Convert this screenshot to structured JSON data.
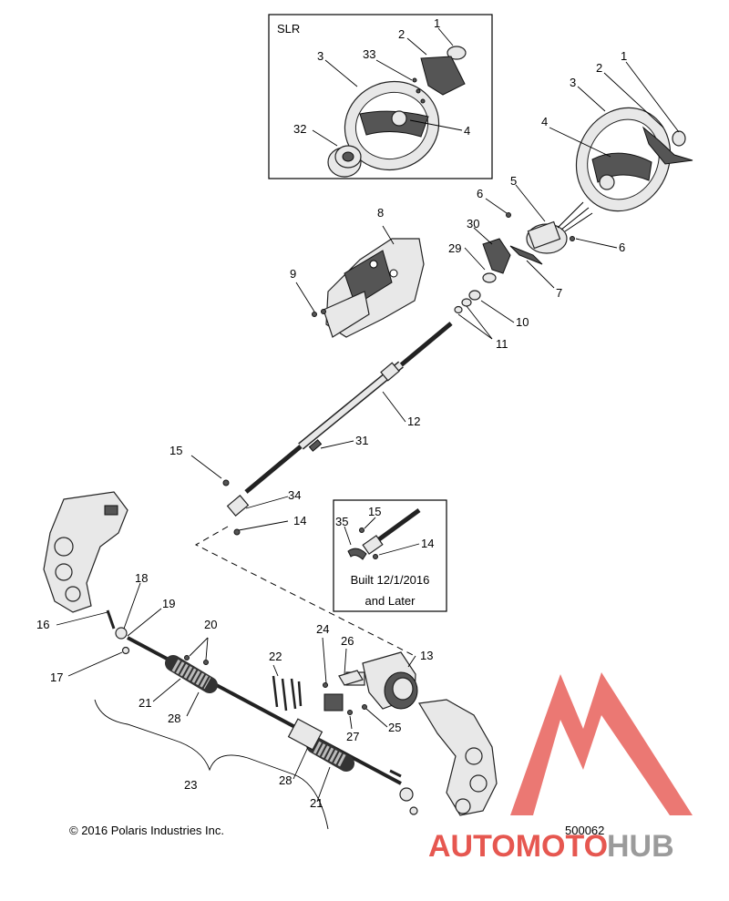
{
  "inset_slr": {
    "title": "SLR"
  },
  "inset_built": {
    "line1": "Built 12/1/2016",
    "line2": "and Later"
  },
  "callouts": {
    "n1": "1",
    "n2": "2",
    "n3": "3",
    "n4": "4",
    "n5": "5",
    "n6": "6",
    "n7": "7",
    "n8": "8",
    "n9": "9",
    "n10": "10",
    "n11": "11",
    "n12": "12",
    "n13": "13",
    "n14": "14",
    "n15": "15",
    "n16": "16",
    "n17": "17",
    "n18": "18",
    "n19": "19",
    "n20": "20",
    "n21": "21",
    "n22": "22",
    "n23": "23",
    "n24": "24",
    "n25": "25",
    "n26": "26",
    "n27": "27",
    "n28": "28",
    "n29": "29",
    "n30": "30",
    "n31": "31",
    "n32": "32",
    "n33": "33",
    "n34": "34",
    "n35": "35"
  },
  "footer": {
    "copyright": "© 2016 Polaris Industries Inc.",
    "diagram_number": "500062"
  },
  "watermark": {
    "part1": "AUTOMOTO",
    "part2": "HUB",
    "red": "#e23a32",
    "gray": "#8a8a8a"
  }
}
